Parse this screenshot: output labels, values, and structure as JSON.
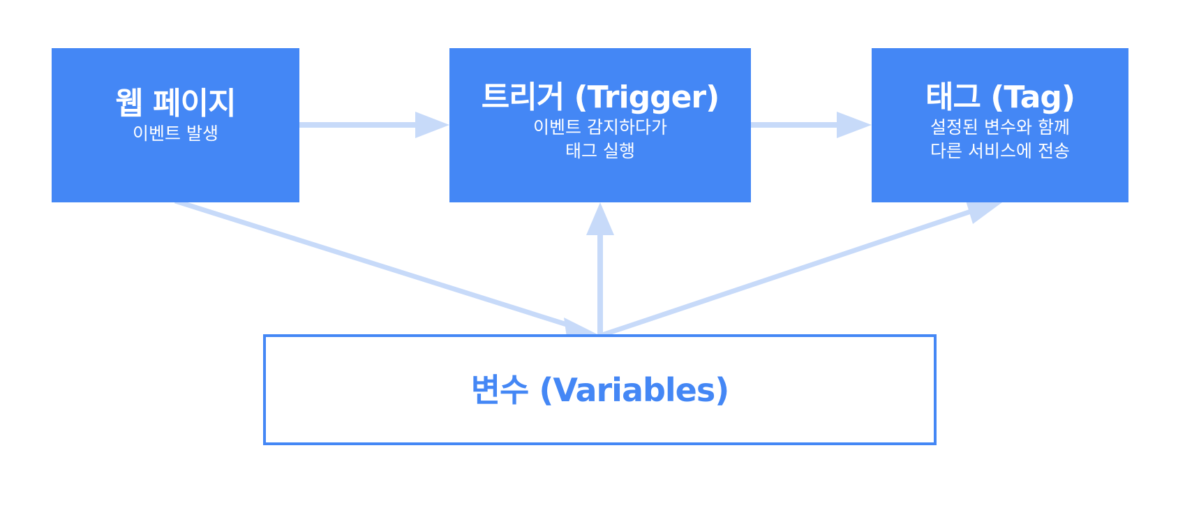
{
  "diagram": {
    "nodes": {
      "webpage": {
        "title": "웹 페이지",
        "subtitle": "이벤트 발생"
      },
      "trigger": {
        "title": "트리거 (Trigger)",
        "subtitle_line1": "이벤트 감지하다가",
        "subtitle_line2": "태그 실행"
      },
      "tag": {
        "title": "태그 (Tag)",
        "subtitle_line1": "설정된 변수와 함께",
        "subtitle_line2": "다른 서비스에 전송"
      },
      "variables": {
        "title": "변수 (Variables)"
      }
    },
    "edges": [
      {
        "from": "webpage",
        "to": "trigger"
      },
      {
        "from": "trigger",
        "to": "tag"
      },
      {
        "from": "webpage",
        "to": "variables"
      },
      {
        "from": "variables",
        "to": "trigger"
      },
      {
        "from": "variables",
        "to": "tag"
      }
    ],
    "colors": {
      "box_fill": "#4487f5",
      "box_text": "#ffffff",
      "arrow": "#c7daf9",
      "variables_border": "#4487f5",
      "variables_text": "#4487f5"
    }
  }
}
